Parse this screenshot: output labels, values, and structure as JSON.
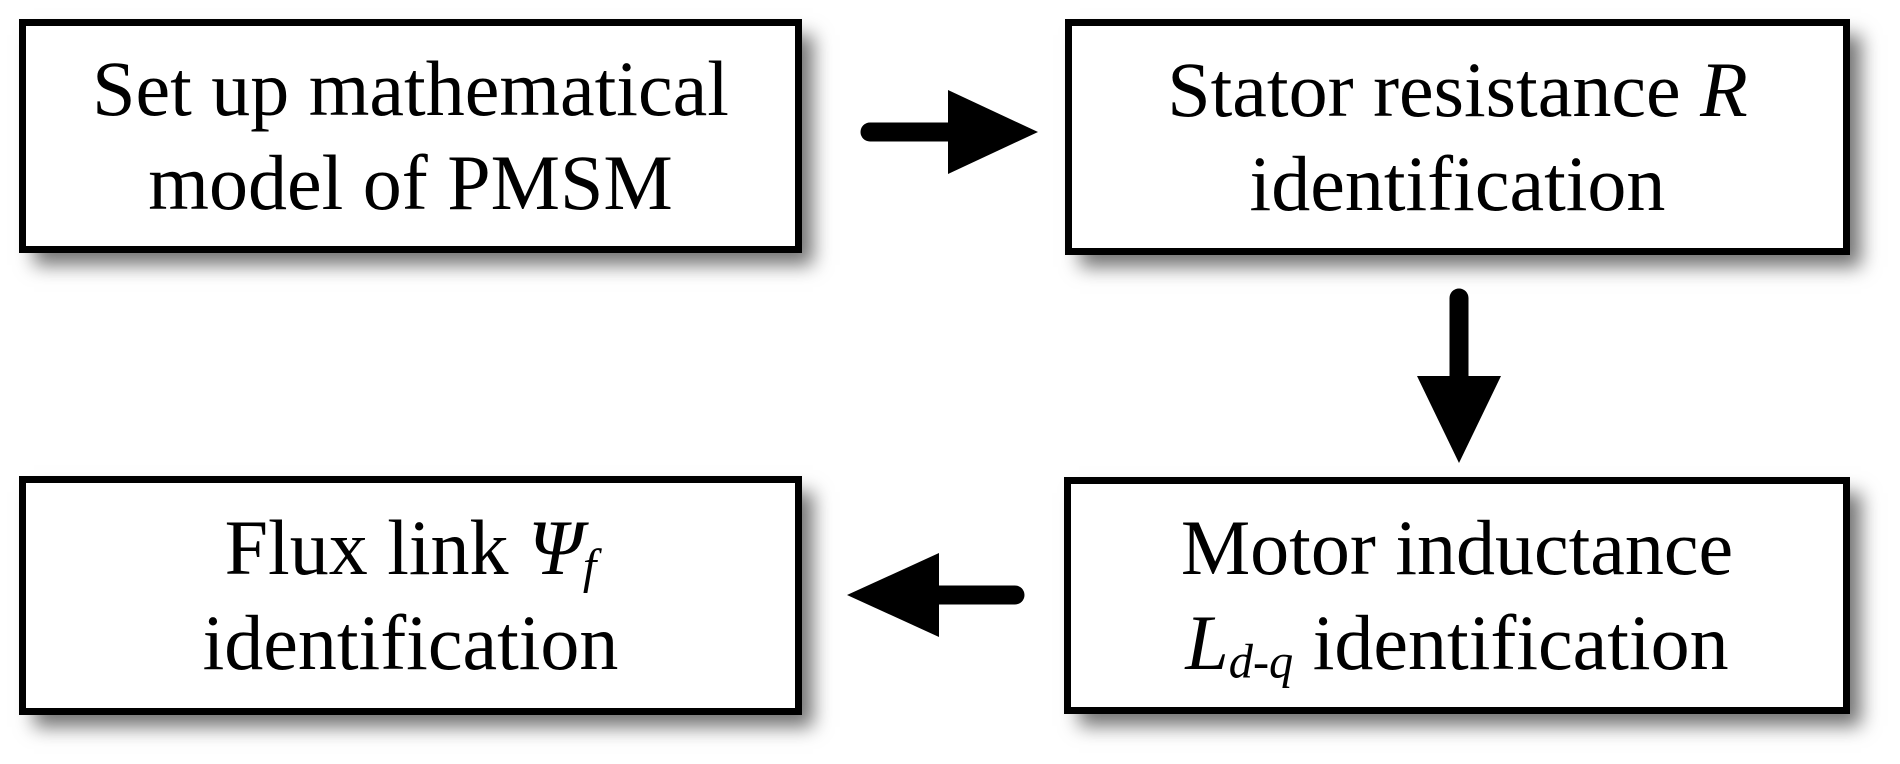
{
  "diagram": {
    "type": "flowchart",
    "colors": {
      "background": "#ffffff",
      "box_fill": "#ffffff",
      "box_border": "#000000",
      "text": "#000000",
      "arrow": "#000000",
      "shadow": "rgba(0,0,0,0.55)"
    },
    "boxes": [
      {
        "id": "setup-model",
        "line1": "Set up mathematical",
        "line2": "model of PMSM"
      },
      {
        "id": "stator-resistance",
        "line1_text": "Stator resistance ",
        "line1_var": "R",
        "line2": "identification"
      },
      {
        "id": "motor-inductance",
        "line1": "Motor inductance",
        "line2_var": "L",
        "line2_sub": "d-q",
        "line2_text": " identification"
      },
      {
        "id": "flux-link",
        "line1_text": "Flux link ",
        "line1_var": "Ψ",
        "line1_sub": "f",
        "line2": "identification"
      }
    ],
    "arrows": [
      {
        "id": "arrow-right",
        "direction": "right",
        "from": "setup-model",
        "to": "stator-resistance"
      },
      {
        "id": "arrow-down",
        "direction": "down",
        "from": "stator-resistance",
        "to": "motor-inductance"
      },
      {
        "id": "arrow-left",
        "direction": "left",
        "from": "motor-inductance",
        "to": "flux-link"
      }
    ]
  }
}
